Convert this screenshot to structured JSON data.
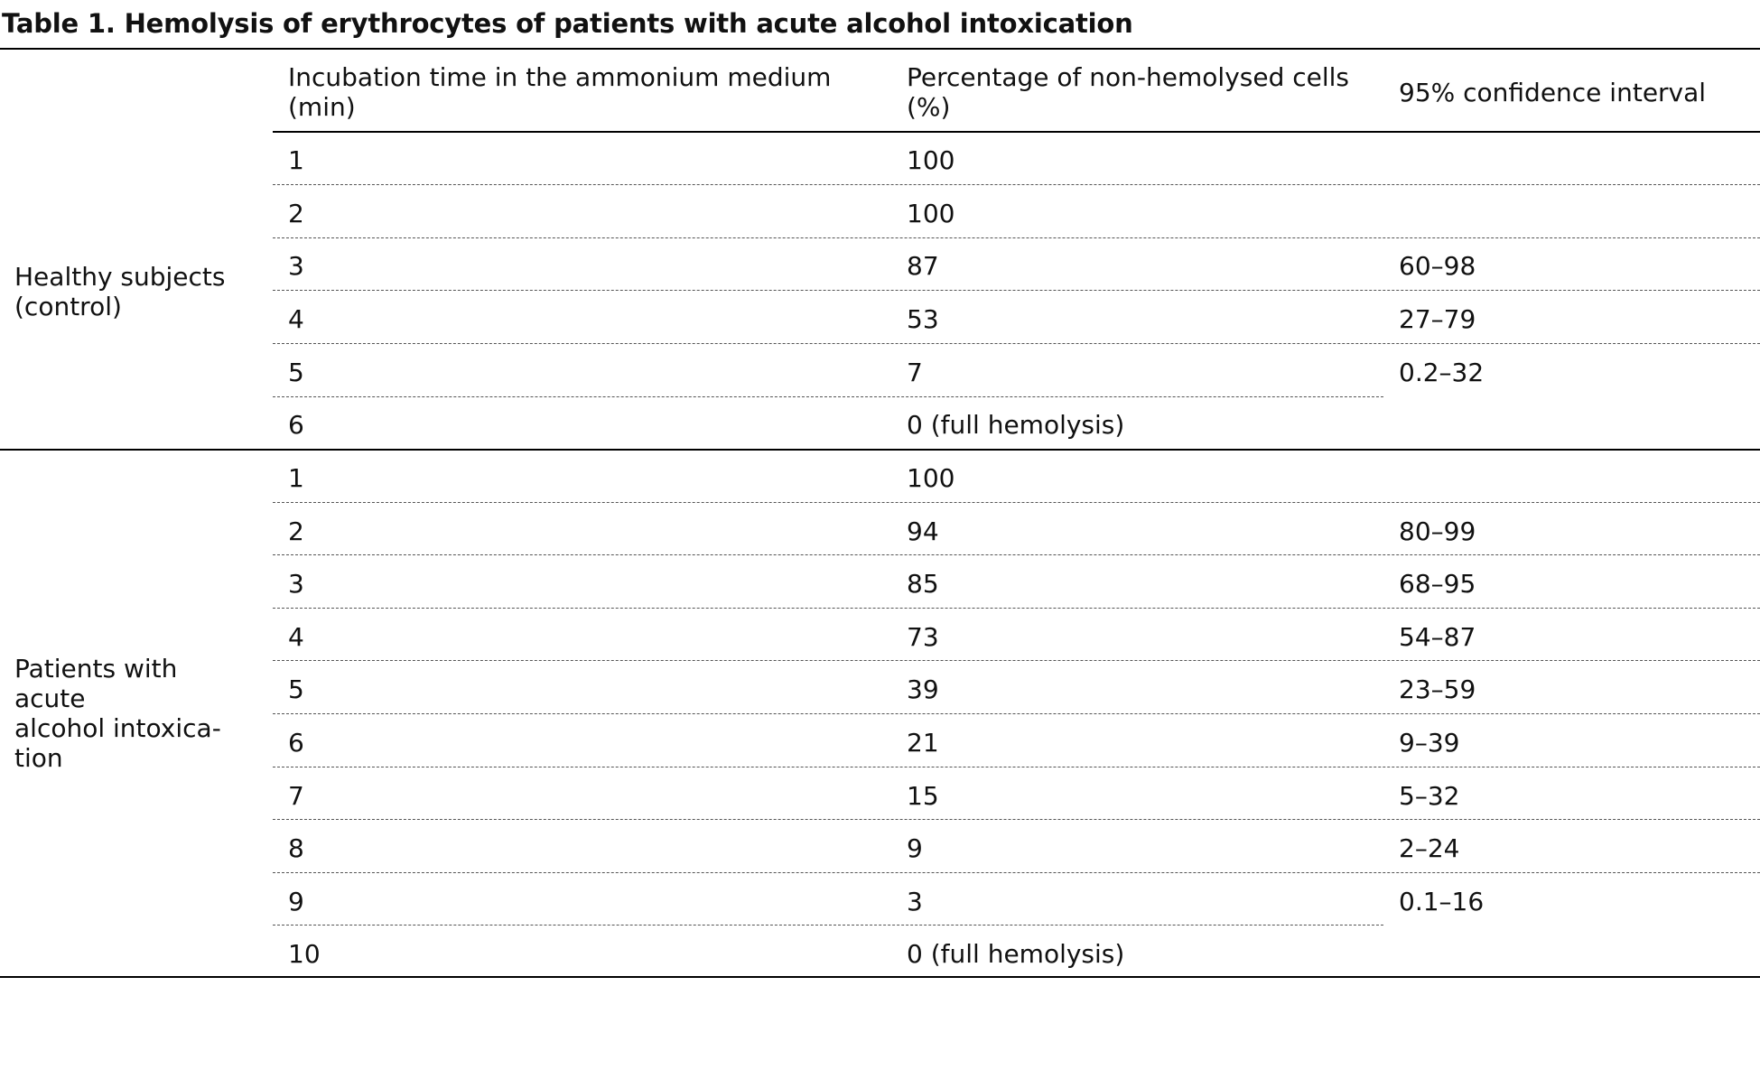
{
  "title": "Table 1. Hemolysis of erythrocytes of patients with acute alcohol intoxication",
  "columns": {
    "time": [
      "Incubation time in the ammonium medium",
      "(min)"
    ],
    "percent": [
      "Percentage of non-hemolysed cells",
      "(%)"
    ],
    "ci": "95% confidence interval"
  },
  "groups": [
    {
      "label": [
        "Healthy subjects",
        "(control)"
      ],
      "rows": [
        {
          "time": "1",
          "percent": "100",
          "ci": ""
        },
        {
          "time": "2",
          "percent": "100",
          "ci": ""
        },
        {
          "time": "3",
          "percent": "87",
          "ci": "60–98"
        },
        {
          "time": "4",
          "percent": "53",
          "ci": "27–79"
        },
        {
          "time": "5",
          "percent": "7",
          "ci": "0.2–32"
        },
        {
          "time": "6",
          "percent": "0 (full hemolysis)",
          "ci": ""
        }
      ]
    },
    {
      "label": [
        "Patients with",
        "acute",
        "alcohol intoxica-",
        "tion"
      ],
      "rows": [
        {
          "time": "1",
          "percent": "100",
          "ci": ""
        },
        {
          "time": "2",
          "percent": "94",
          "ci": "80–99"
        },
        {
          "time": "3",
          "percent": "85",
          "ci": "68–95"
        },
        {
          "time": "4",
          "percent": "73",
          "ci": "54–87"
        },
        {
          "time": "5",
          "percent": "39",
          "ci": "23–59"
        },
        {
          "time": "6",
          "percent": "21",
          "ci": "9–39"
        },
        {
          "time": "7",
          "percent": "15",
          "ci": "5–32"
        },
        {
          "time": "8",
          "percent": "9",
          "ci": "2–24"
        },
        {
          "time": "9",
          "percent": "3",
          "ci": "0.1–16"
        },
        {
          "time": "10",
          "percent": "0 (full hemolysis)",
          "ci": ""
        }
      ]
    }
  ]
}
